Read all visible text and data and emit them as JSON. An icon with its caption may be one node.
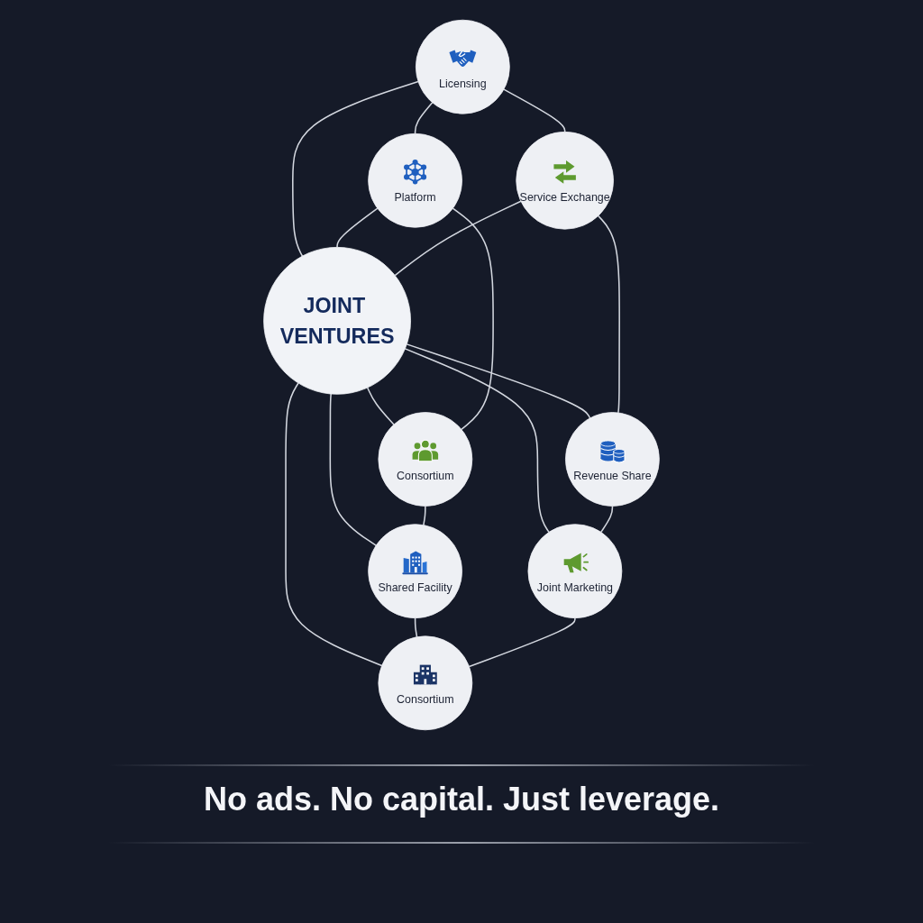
{
  "diagram": {
    "caption": "No ads. No capital. Just leverage.",
    "nodes": [
      {
        "text": [
          "JOINT VENTURES"
        ]
      },
      {
        "text": [
          "Licensing"
        ]
      },
      {
        "text": [
          "Platform"
        ]
      },
      {
        "text": [
          "Service Exchange"
        ]
      },
      {
        "text": [
          "Consortium"
        ]
      },
      {
        "text": [
          "Revenue Share"
        ]
      },
      {
        "text": [
          "Shared Facility"
        ]
      },
      {
        "text": [
          "Joint Marketing"
        ]
      },
      {
        "text": [
          "Consortium"
        ]
      }
    ],
    "edges": [
      {
        "from": 1,
        "to": 0,
        "arrow": "none"
      },
      {
        "from": 2,
        "to": 0,
        "arrow": "none"
      },
      {
        "from": 3,
        "to": 0,
        "arrow": "none"
      },
      {
        "from": 0,
        "to": 4,
        "arrow": "none"
      },
      {
        "from": 0,
        "to": 5,
        "arrow": "none"
      },
      {
        "from": 0,
        "to": 6,
        "arrow": "none"
      },
      {
        "from": 0,
        "to": 7,
        "arrow": "none"
      },
      {
        "from": 0,
        "to": 8,
        "arrow": "none"
      },
      {
        "from": 1,
        "to": 2,
        "arrow": "none"
      },
      {
        "from": 1,
        "to": 3,
        "arrow": "none"
      },
      {
        "from": 2,
        "to": 4,
        "arrow": "none"
      },
      {
        "from": 3,
        "to": 5,
        "arrow": "none"
      },
      {
        "from": 4,
        "to": 6,
        "arrow": "none"
      },
      {
        "from": 5,
        "to": 7,
        "arrow": "none"
      },
      {
        "from": 6,
        "to": 8,
        "arrow": "none"
      },
      {
        "from": 7,
        "to": 8,
        "arrow": "none"
      }
    ]
  }
}
